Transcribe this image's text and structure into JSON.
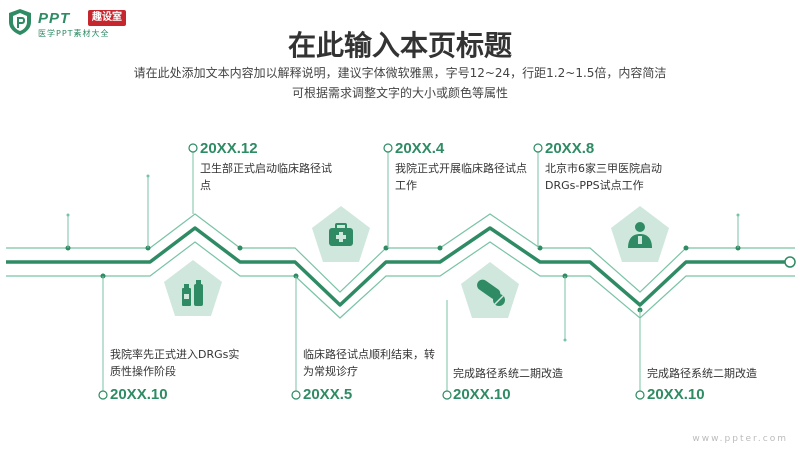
{
  "logo": {
    "brand": "PPT",
    "badge": "趣设室",
    "sub": "医学PPT素材大全"
  },
  "header": {
    "title": "在此输入本页标题",
    "subtitle_line1": "请在此处添加文本内容加以解释说明，建议字体微软雅黑，字号12~24，行距1.2~1.5倍，内容简洁",
    "subtitle_line2": "可根据需求调整文字的大小或颜色等属性"
  },
  "colors": {
    "accent": "#2e8b64",
    "light": "#cfe7dc",
    "line": "#79c3a5"
  },
  "timeline": {
    "top": [
      {
        "date": "20XX.12",
        "text": "卫生部正式启动临床路径试点"
      },
      {
        "date": "20XX.4",
        "text": "我院正式开展临床路径试点工作"
      },
      {
        "date": "20XX.8",
        "text": "北京市6家三甲医院启动DRGs-PPS试点工作"
      }
    ],
    "bottom": [
      {
        "date": "20XX.10",
        "text": "我院率先正式进入DRGs实质性操作阶段"
      },
      {
        "date": "20XX.5",
        "text": "临床路径试点顺利结束，转为常规诊疗"
      },
      {
        "date": "20XX.10",
        "text": "完成路径系统二期改造"
      },
      {
        "date": "20XX.10",
        "text": "完成路径系统二期改造"
      }
    ],
    "icons": [
      "bottles-icon",
      "medical-kit-icon",
      "pill-capsule-icon",
      "doctor-icon"
    ]
  },
  "footer": {
    "url": "www.ppter.com"
  }
}
